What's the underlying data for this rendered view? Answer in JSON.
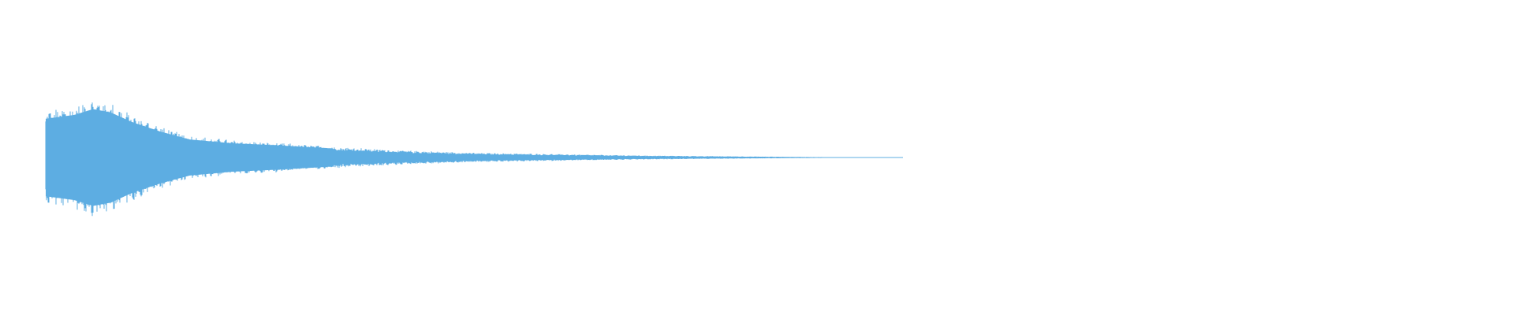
{
  "waveform": {
    "color": "#5dade2",
    "background": "#ffffff",
    "duration_fraction_with_signal": 0.57,
    "envelope": [
      {
        "t": 0.0,
        "amp": 0.6
      },
      {
        "t": 0.01,
        "amp": 0.63
      },
      {
        "t": 0.02,
        "amp": 0.66
      },
      {
        "t": 0.033,
        "amp": 0.75
      },
      {
        "t": 0.045,
        "amp": 0.7
      },
      {
        "t": 0.06,
        "amp": 0.55
      },
      {
        "t": 0.08,
        "amp": 0.4
      },
      {
        "t": 0.1,
        "amp": 0.28
      },
      {
        "t": 0.13,
        "amp": 0.22
      },
      {
        "t": 0.16,
        "amp": 0.19
      },
      {
        "t": 0.2,
        "amp": 0.14
      },
      {
        "t": 0.25,
        "amp": 0.09
      },
      {
        "t": 0.3,
        "amp": 0.06
      },
      {
        "t": 0.35,
        "amp": 0.045
      },
      {
        "t": 0.4,
        "amp": 0.03
      },
      {
        "t": 0.45,
        "amp": 0.02
      },
      {
        "t": 0.5,
        "amp": 0.012
      },
      {
        "t": 0.54,
        "amp": 0.006
      },
      {
        "t": 0.57,
        "amp": 0.003
      }
    ]
  }
}
